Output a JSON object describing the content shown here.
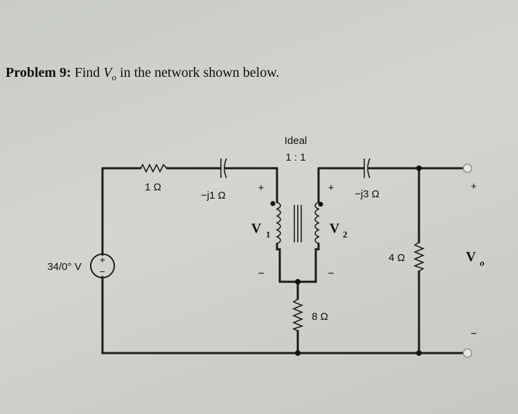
{
  "problem": {
    "prefix": "Problem 9:",
    "text_before": " Find ",
    "var_main": "V",
    "var_sub": "o",
    "text_after": " in the network shown below."
  },
  "circuit": {
    "transformer_label": "Ideal",
    "turns_ratio": "1 : 1",
    "r1": "1 Ω",
    "c1": "−j1 Ω",
    "c2": "−j3 Ω",
    "r4": "4 Ω",
    "r8": "8 Ω",
    "source": "34/0° V",
    "v1_main": "V",
    "v1_sub": "1",
    "v2_main": "V",
    "v2_sub": "2",
    "vo_main": "V",
    "vo_sub": "o",
    "plus": "+",
    "minus": "−"
  }
}
